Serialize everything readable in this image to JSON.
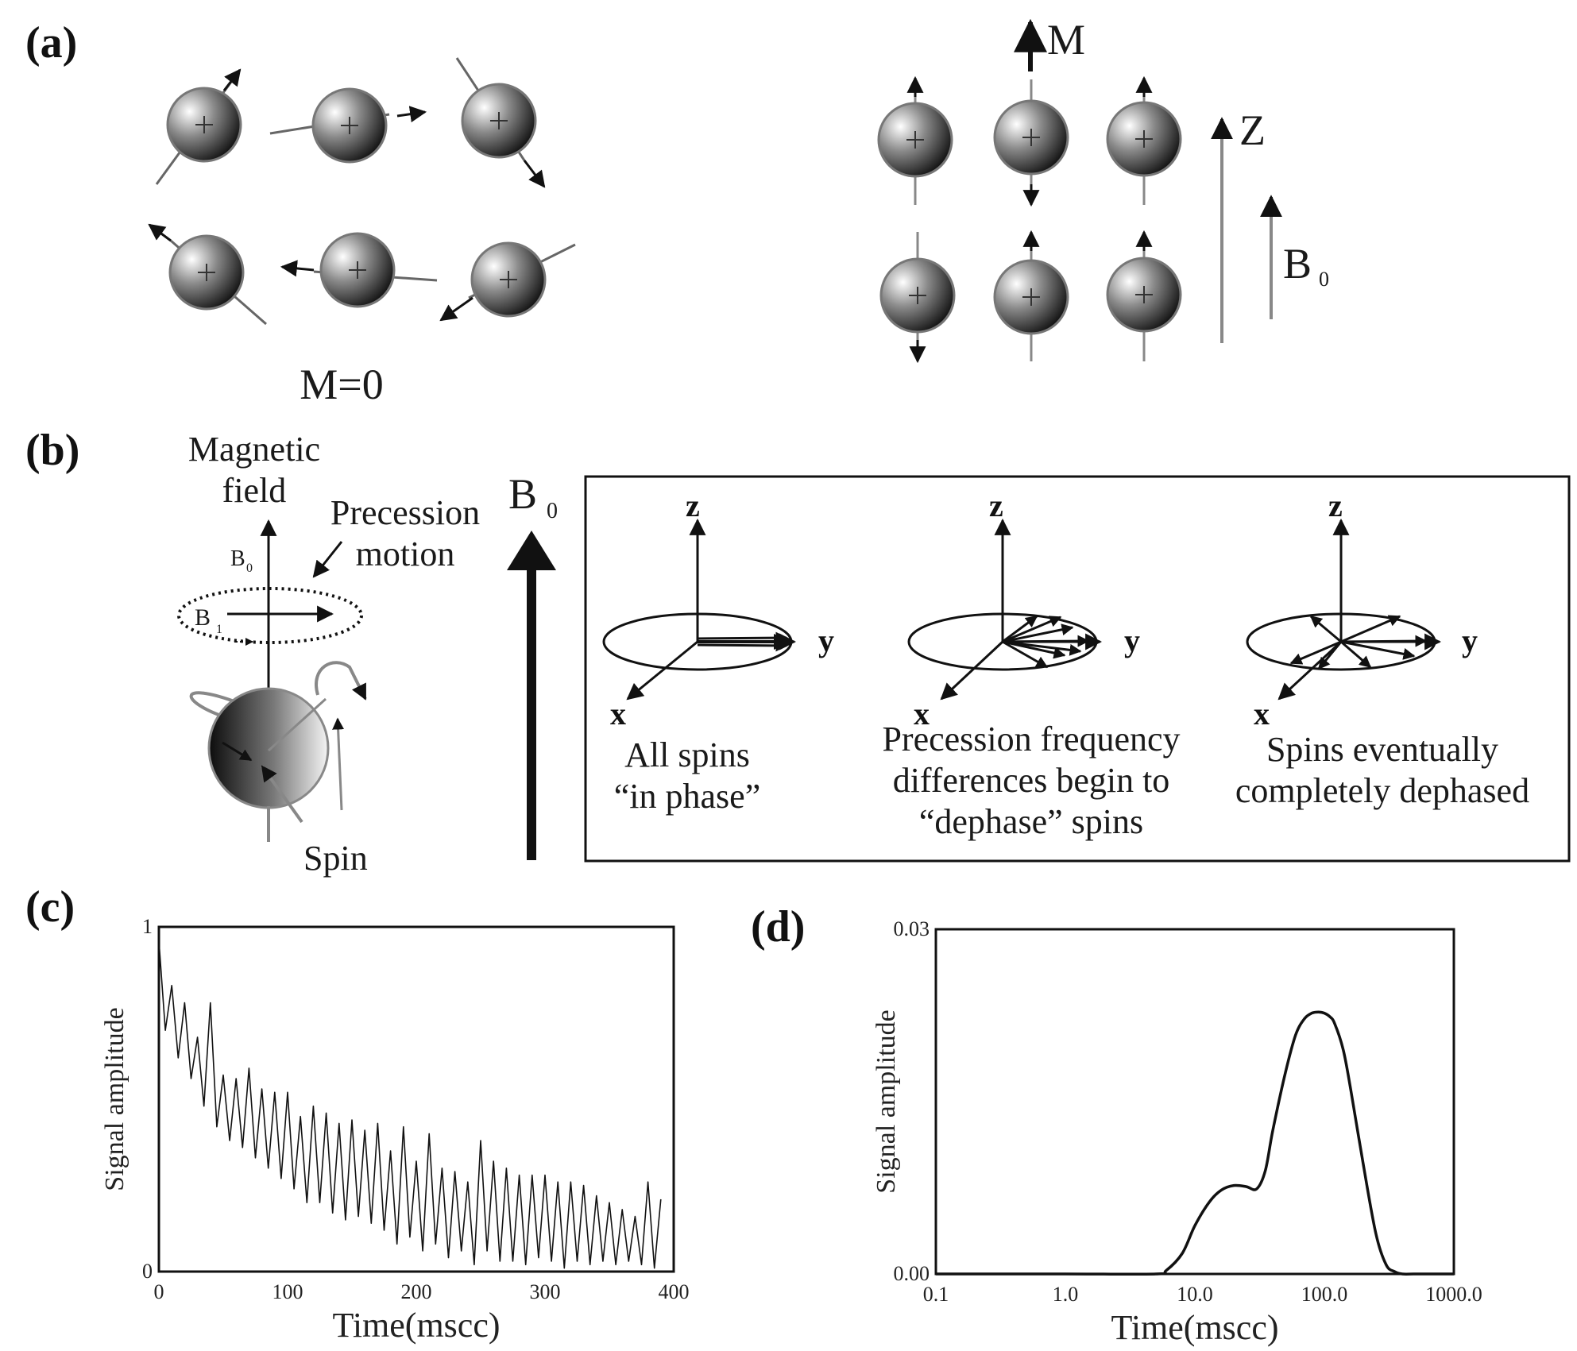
{
  "panels": {
    "a": {
      "label": "(a)",
      "random_caption": "M=0",
      "net_vector_label": "M",
      "axis_label": "Z",
      "field_label": "B",
      "field_sub": "0"
    },
    "b": {
      "label": "(b)",
      "magnetic_line1": "Magnetic",
      "magnetic_line2": "field",
      "precession_line1": "Precession",
      "motion_line2": "motion",
      "b0": "B",
      "b0_sub": "0",
      "b1": "B",
      "b1_sub": "1",
      "spin": "Spin",
      "field_label": "B",
      "field_sub": "0",
      "axes": {
        "z": "z",
        "y": "y",
        "x": "x"
      },
      "captions": {
        "in_phase_1": "All spins",
        "in_phase_2": "“in phase”",
        "dephase_1": "Precession frequency",
        "dephase_2": "differences begin to",
        "dephase_3": "“dephase” spins",
        "dephased_1": "Spins eventually",
        "dephased_2": "completely dephased"
      }
    },
    "c": {
      "label": "(c)"
    },
    "d": {
      "label": "(d)"
    }
  },
  "chart_data": [
    {
      "panel": "c",
      "type": "line",
      "xlabel": "Time(mscc)",
      "ylabel": "Signal amplitude",
      "xlim": [
        0,
        400
      ],
      "ylim": [
        0,
        1
      ],
      "xticks": [
        "0",
        "100",
        "200",
        "300",
        "400"
      ],
      "yticks": [
        "0",
        "1"
      ],
      "description_of_shape": "noisy decaying echo train",
      "x": [
        0,
        5,
        10,
        15,
        20,
        25,
        30,
        35,
        40,
        45,
        50,
        55,
        60,
        65,
        70,
        75,
        80,
        85,
        90,
        95,
        100,
        105,
        110,
        115,
        120,
        125,
        130,
        135,
        140,
        145,
        150,
        155,
        160,
        165,
        170,
        175,
        180,
        185,
        190,
        195,
        200,
        205,
        210,
        215,
        220,
        225,
        230,
        235,
        240,
        245,
        250,
        255,
        260,
        265,
        270,
        275,
        280,
        285,
        290,
        295,
        300,
        305,
        310,
        315,
        320,
        325,
        330,
        335,
        340,
        345,
        350,
        355,
        360,
        365,
        370,
        375,
        380,
        385,
        390
      ],
      "y": [
        0.96,
        0.7,
        0.83,
        0.62,
        0.78,
        0.56,
        0.68,
        0.48,
        0.78,
        0.42,
        0.57,
        0.38,
        0.56,
        0.36,
        0.59,
        0.33,
        0.53,
        0.3,
        0.52,
        0.27,
        0.52,
        0.24,
        0.45,
        0.2,
        0.48,
        0.2,
        0.46,
        0.17,
        0.43,
        0.15,
        0.44,
        0.16,
        0.41,
        0.14,
        0.43,
        0.12,
        0.35,
        0.08,
        0.42,
        0.1,
        0.32,
        0.06,
        0.4,
        0.08,
        0.3,
        0.04,
        0.29,
        0.06,
        0.26,
        0.02,
        0.38,
        0.06,
        0.32,
        0.03,
        0.3,
        0.03,
        0.28,
        0.02,
        0.28,
        0.04,
        0.28,
        0.03,
        0.26,
        0.01,
        0.26,
        0.03,
        0.25,
        0.02,
        0.22,
        0.03,
        0.2,
        0.02,
        0.18,
        0.03,
        0.16,
        0.02,
        0.26,
        0.01,
        0.21
      ]
    },
    {
      "panel": "d",
      "type": "line",
      "xlabel": "Time(mscc)",
      "ylabel": "Signal amplitude",
      "xscale": "log",
      "xlim": [
        0.1,
        1000
      ],
      "ylim": [
        0,
        0.03
      ],
      "xticks": [
        "0.1",
        "1.0",
        "10.0",
        "100.0",
        "1000.0"
      ],
      "yticks": [
        "0.00",
        "0.03"
      ],
      "x": [
        0.1,
        1,
        5,
        6,
        8,
        10,
        13,
        16,
        20,
        25,
        30,
        35,
        40,
        50,
        60,
        70,
        80,
        90,
        100,
        110,
        120,
        140,
        160,
        200,
        250,
        300,
        350,
        400,
        500,
        700,
        1000
      ],
      "y": [
        0,
        0,
        0,
        0.0003,
        0.0018,
        0.0042,
        0.0063,
        0.0073,
        0.0077,
        0.0076,
        0.0074,
        0.009,
        0.0125,
        0.0175,
        0.0208,
        0.0222,
        0.0227,
        0.0228,
        0.0227,
        0.0224,
        0.0218,
        0.0195,
        0.016,
        0.0095,
        0.0035,
        0.0008,
        0.0002,
        0,
        0,
        0,
        0
      ]
    }
  ]
}
